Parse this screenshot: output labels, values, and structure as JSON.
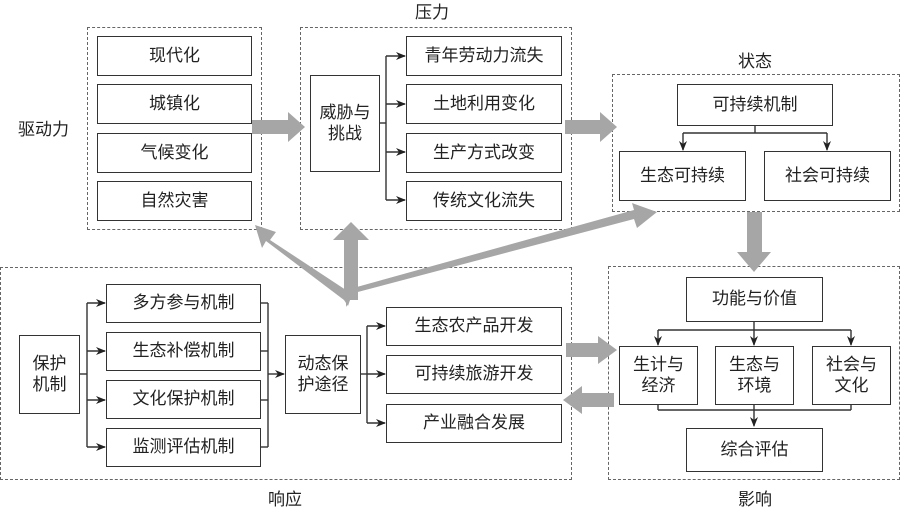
{
  "diagram": {
    "type": "DPSIR framework",
    "sections": {
      "driving_force": {
        "label": "驱动力",
        "items": [
          "现代化",
          "城镇化",
          "气候变化",
          "自然灾害"
        ]
      },
      "pressure": {
        "label": "压力",
        "source": "威胁与挑战",
        "source_lines": [
          "威胁与",
          "挑战"
        ],
        "items": [
          "青年劳动力流失",
          "土地利用变化",
          "生产方式改变",
          "传统文化流失"
        ]
      },
      "state": {
        "label": "状态",
        "source": "可持续机制",
        "items": [
          "生态可持续",
          "社会可持续"
        ]
      },
      "impact": {
        "label": "影响",
        "source": "功能与价值",
        "items": [
          {
            "lines": [
              "生计与",
              "经济"
            ]
          },
          {
            "lines": [
              "生态与",
              "环境"
            ]
          },
          {
            "lines": [
              "社会与",
              "文化"
            ]
          }
        ],
        "target": "综合评估"
      },
      "response": {
        "label": "响应",
        "source_lines": [
          "保护",
          "机制"
        ],
        "mechanisms": [
          "多方参与机制",
          "生态补偿机制",
          "文化保护机制",
          "监测评估机制"
        ],
        "path_lines": [
          "动态保",
          "护途径"
        ],
        "outcomes": [
          "生态农产品开发",
          "可持续旅游开发",
          "产业融合发展"
        ]
      }
    },
    "colors": {
      "big_arrow": "#a6a6a6",
      "box_border": "#333333",
      "dashed_border": "#666666"
    }
  }
}
